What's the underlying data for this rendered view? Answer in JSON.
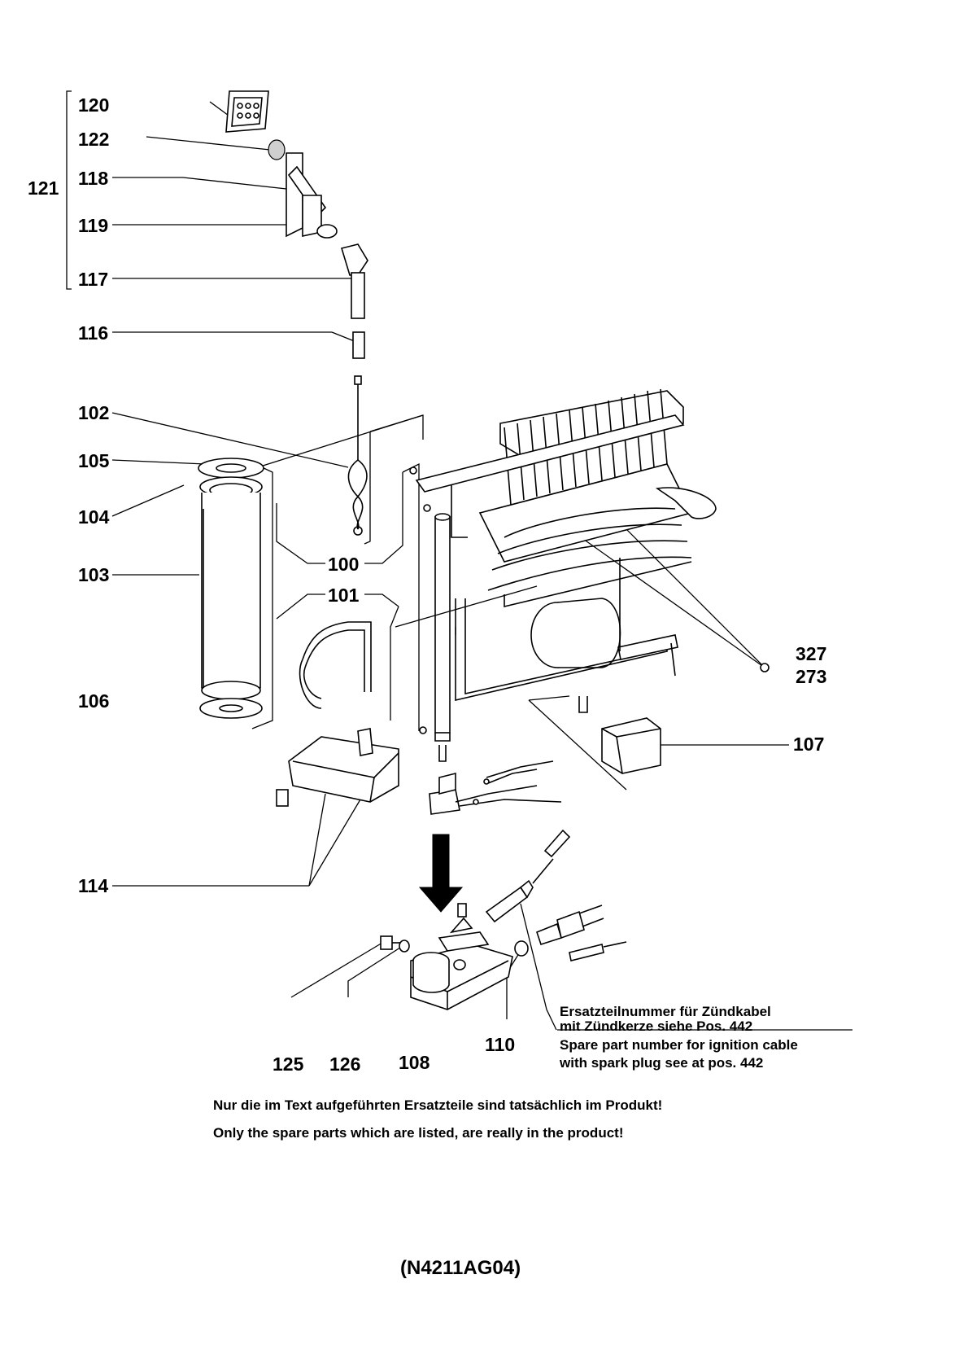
{
  "labels": {
    "l120": "120",
    "l122": "122",
    "l121": "121",
    "l118": "118",
    "l119": "119",
    "l117": "117",
    "l116": "116",
    "l102": "102",
    "l105": "105",
    "l104": "104",
    "l100": "100",
    "l103": "103",
    "l101": "101",
    "l106": "106",
    "l327": "327",
    "l273": "273",
    "l107": "107",
    "l114": "114",
    "l110": "110",
    "l125": "125",
    "l126": "126",
    "l108": "108"
  },
  "note": {
    "de_line1": "Ersatzteilnummer für Zündkabel",
    "de_line2": "mit Zündkerze siehe Pos. 442",
    "en_line1": "Spare part number for ignition cable",
    "en_line2": "with spark plug see at pos. 442"
  },
  "footer": {
    "de": "Nur die im Text aufgeführten Ersatzteile sind tatsächlich im Produkt!",
    "en": "Only the spare parts which are listed, are really in the product!",
    "code": "(N4211AG04)"
  }
}
